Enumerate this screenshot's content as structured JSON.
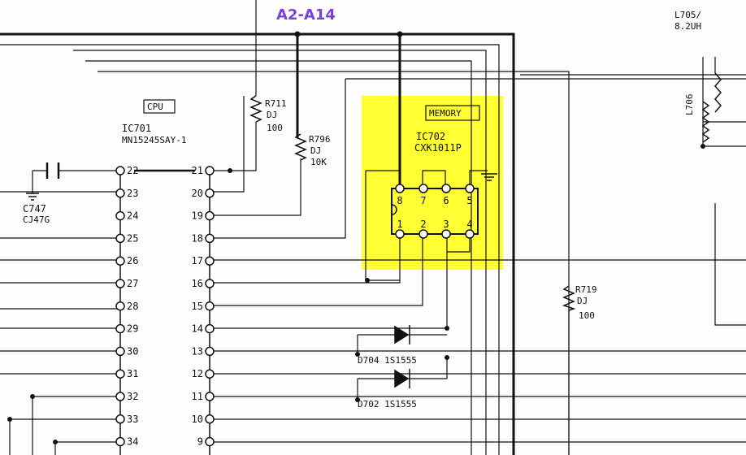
{
  "annotation": {
    "bus_label": "A2-A14",
    "color": "#7a3fe0"
  },
  "highlight": {
    "color": "#ffff33"
  },
  "cpu": {
    "box_label": "CPU",
    "ref": "IC701",
    "part": "MN15245SAY-1",
    "left_pins": [
      "22",
      "23",
      "24",
      "25",
      "26",
      "27",
      "28",
      "29",
      "30",
      "31",
      "32",
      "33",
      "34"
    ],
    "right_pins": [
      "21",
      "20",
      "19",
      "18",
      "17",
      "16",
      "15",
      "14",
      "13",
      "12",
      "11",
      "10",
      "9"
    ]
  },
  "memory": {
    "box_label": "MEMORY",
    "ref": "IC702",
    "part": "CXK1011P",
    "top_pins": [
      "8",
      "7",
      "6",
      "5"
    ],
    "bottom_pins": [
      "1",
      "2",
      "3",
      "4"
    ]
  },
  "components": {
    "c747": {
      "ref": "C747",
      "value": "CJ47G"
    },
    "r711": {
      "ref": "R711",
      "type": "DJ",
      "value": "100"
    },
    "r796": {
      "ref": "R796",
      "type": "DJ",
      "value": "10K"
    },
    "r719": {
      "ref": "R719",
      "type": "DJ",
      "value": "100"
    },
    "d704": {
      "label": "D704 1S1555"
    },
    "d702": {
      "label": "D702 1S1555"
    },
    "l705": {
      "ref": "L705/",
      "value": "8.2UH"
    },
    "l706": {
      "ref": "L706"
    }
  }
}
